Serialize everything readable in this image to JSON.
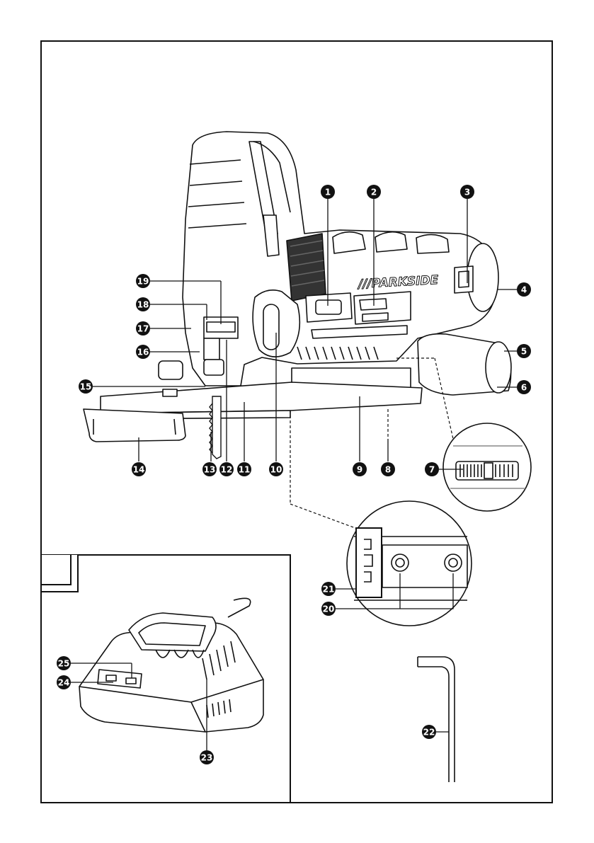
{
  "brand_text": "///PARKSIDE",
  "callouts": [
    "1",
    "2",
    "3",
    "4",
    "5",
    "6",
    "7",
    "8",
    "9",
    "10",
    "11",
    "12",
    "13",
    "14",
    "15",
    "16",
    "17",
    "18",
    "19",
    "20",
    "21",
    "22",
    "23",
    "24",
    "25"
  ],
  "colors": {
    "ink": "#111111",
    "fill": "#ffffff"
  }
}
